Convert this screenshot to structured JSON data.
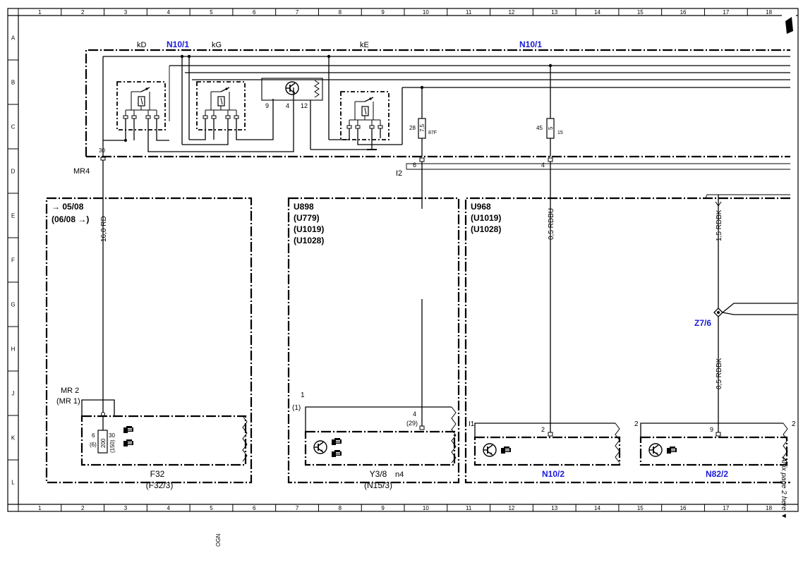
{
  "grid": {
    "columns": [
      "1",
      "2",
      "3",
      "4",
      "5",
      "6",
      "7",
      "8",
      "9",
      "10",
      "11",
      "12",
      "13",
      "14",
      "15",
      "16",
      "17",
      "18"
    ],
    "rows": [
      "A",
      "B",
      "C",
      "D",
      "E",
      "F",
      "G",
      "H",
      "J",
      "K",
      "L"
    ]
  },
  "top_module": {
    "labels": {
      "kD": "kD",
      "kG": "kG",
      "kE": "kE",
      "n10_1_left": "N10/1",
      "n10_1_right": "N10/1"
    },
    "pins": {
      "p9": "9",
      "p4": "4",
      "p12": "12",
      "p30": "30"
    },
    "fuses": [
      {
        "in_pin": "28",
        "value": "7,5",
        "out_pin": "87F"
      },
      {
        "in_pin": "45",
        "value": "5",
        "out_pin": "15"
      }
    ]
  },
  "connectors": {
    "mr4": "MR4",
    "i2": "I2",
    "c6": "6",
    "c4": "4"
  },
  "wires": {
    "w_f32": "16,0 RD",
    "w_n10_2": "0,5 RDBU",
    "w_top": "1,5 RDBK",
    "w_bottom": "0,5 RDBK"
  },
  "section_f32": {
    "date_from": "→ 05/08",
    "date_to": "(06/08 →)",
    "mr2": "MR 2",
    "mr1": "(MR 1)",
    "fuse_value": "200",
    "fuse_alt": "(150)",
    "pin_in": "6",
    "pin_in_alt": "(6)",
    "pin_out": "30",
    "name": "F32",
    "name_alt": "(F32/3)"
  },
  "section_y3_8": {
    "codes": [
      "U898",
      "(U779)",
      "(U1019)",
      "(U1028)"
    ],
    "pin1": "1",
    "pin1_alt": "(1)",
    "pin4": "4",
    "pin4_alt": "(29)",
    "name": "Y3/8",
    "sub": "n4",
    "name_alt": "(N15/3)"
  },
  "section_n10_2": {
    "codes": [
      "U968",
      "(U1019)",
      "(U1028)"
    ],
    "i1": "I1",
    "pin2": "2",
    "name": "N10/2"
  },
  "section_n82_2": {
    "splice": "Z7/6",
    "left_pin": "2",
    "pin9": "9",
    "right_pin": "2",
    "name": "N82/2"
  },
  "margin": {
    "affix": "Affix page 2 here ▼",
    "stray": "OGN"
  }
}
